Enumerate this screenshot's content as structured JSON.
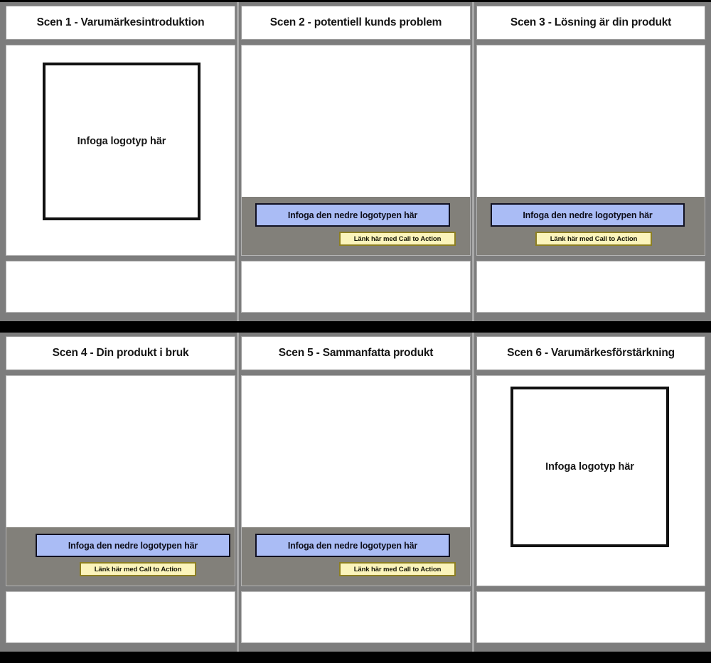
{
  "storyboard": {
    "title_prefix": "Scen",
    "rows": [
      {
        "row_name": "row-1",
        "panels": [
          {
            "title": "Scen 1 - Varumärkesintroduktion",
            "layout": "logo-top",
            "logo_label": "Infoga logotyp här",
            "lower_logo_label": "",
            "cta_label": ""
          },
          {
            "title": "Scen 2 - potentiell kunds problem",
            "layout": "cta",
            "logo_label": "",
            "lower_logo_label": "Infoga den nedre logotypen här",
            "cta_label": "Länk här med Call to Action"
          },
          {
            "title": "Scen 3 - Lösning är din produkt",
            "layout": "cta",
            "logo_label": "",
            "lower_logo_label": "Infoga den nedre logotypen här",
            "cta_label": "Länk här med Call to Action"
          }
        ]
      },
      {
        "row_name": "row-2",
        "panels": [
          {
            "title": "Scen 4 - Din produkt i bruk",
            "layout": "cta",
            "logo_label": "",
            "lower_logo_label": "Infoga den nedre logotypen här",
            "cta_label": "Länk här med Call to Action"
          },
          {
            "title": "Scen 5 - Sammanfatta produkt",
            "layout": "cta",
            "logo_label": "",
            "lower_logo_label": "Infoga den nedre logotypen här",
            "cta_label": "Länk här med Call to Action"
          },
          {
            "title": "Scen 6 - Varumärkesförstärkning",
            "layout": "logo-bottom",
            "logo_label": "Infoga logotyp här",
            "lower_logo_label": "",
            "cta_label": ""
          }
        ]
      }
    ]
  },
  "colors": {
    "background": "#000000",
    "band_gray": "#7d7d7d",
    "overlay_gray": "#82807a",
    "panel_white": "#ffffff",
    "lower_logo_blue": "#aabcf5",
    "cta_yellow": "#fbf4bb",
    "cta_border": "#8d7f22",
    "logo_border": "#111111"
  }
}
